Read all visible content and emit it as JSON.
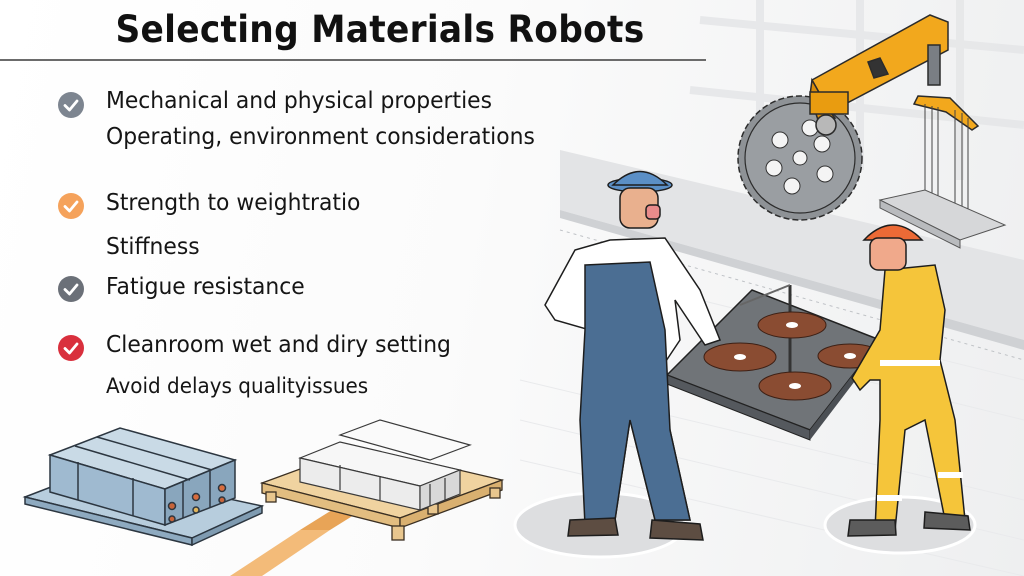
{
  "header": {
    "title": "Selecting Materials Robots"
  },
  "bullets": [
    {
      "icon": "check-circle-icon",
      "color": "#7d8590",
      "lines": [
        "Mechanical and physical properties",
        "Operating, environment considerations"
      ]
    },
    {
      "icon": "check-circle-icon",
      "color": "#f5a25b",
      "lines": [
        "Strength to weightratio",
        "Stiffness"
      ]
    },
    {
      "icon": "check-circle-icon",
      "color": "#6b7078",
      "lines": [
        "Fatigue resistance"
      ]
    },
    {
      "icon": "check-circle-icon",
      "color": "#d9303d",
      "lines": [
        "Cleanroom wet and diry setting",
        "Avoid delays qualityissues"
      ]
    }
  ],
  "illustration": {
    "elements": [
      "robotic-arm",
      "gear",
      "worker-overalls",
      "worker-yellow-suit",
      "work-table",
      "metal-crates",
      "wooden-pallet",
      "circuit-tray",
      "floor-stripe"
    ],
    "colors": {
      "arm": "#f2a81d",
      "gear": "#8e9296",
      "overalls": "#4b6e93",
      "hardhat_blue": "#5b8fc6",
      "hardhat_orange": "#ec6a36",
      "suit": "#f5c53a",
      "crate": "#a9c2d6",
      "pallet": "#f0d3a0",
      "stripe": "#f2b46a"
    }
  }
}
